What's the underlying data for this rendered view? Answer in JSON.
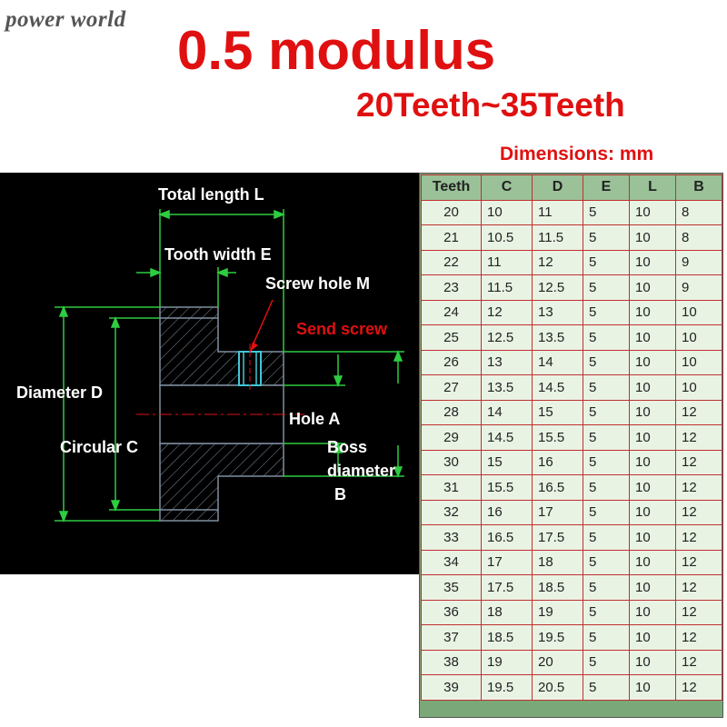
{
  "watermark": "power world",
  "title": "0.5 modulus",
  "subtitle": "20Teeth~35Teeth",
  "units_label": "Dimensions: mm",
  "diagram": {
    "labels": {
      "total_length": "Total length L",
      "tooth_width": "Tooth width E",
      "screw_hole": "Screw hole M",
      "send_screw": "Send screw",
      "diameter": "Diameter D",
      "hole": "Hole A",
      "circular": "Circular C",
      "boss_line1": "Boss",
      "boss_line2": "diameter",
      "boss_line3": "B"
    },
    "colors": {
      "outline": "#7f8fa0",
      "dimension": "#2ecc40",
      "cyan": "#40c8d8",
      "red": "#e01010"
    }
  },
  "table": {
    "headers": [
      "Teeth",
      "C",
      "D",
      "E",
      "L",
      "B"
    ],
    "rows": [
      [
        "20",
        "10",
        "11",
        "5",
        "10",
        "8"
      ],
      [
        "21",
        "10.5",
        "11.5",
        "5",
        "10",
        "8"
      ],
      [
        "22",
        "11",
        "12",
        "5",
        "10",
        "9"
      ],
      [
        "23",
        "11.5",
        "12.5",
        "5",
        "10",
        "9"
      ],
      [
        "24",
        "12",
        "13",
        "5",
        "10",
        "10"
      ],
      [
        "25",
        "12.5",
        "13.5",
        "5",
        "10",
        "10"
      ],
      [
        "26",
        "13",
        "14",
        "5",
        "10",
        "10"
      ],
      [
        "27",
        "13.5",
        "14.5",
        "5",
        "10",
        "10"
      ],
      [
        "28",
        "14",
        "15",
        "5",
        "10",
        "12"
      ],
      [
        "29",
        "14.5",
        "15.5",
        "5",
        "10",
        "12"
      ],
      [
        "30",
        "15",
        "16",
        "5",
        "10",
        "12"
      ],
      [
        "31",
        "15.5",
        "16.5",
        "5",
        "10",
        "12"
      ],
      [
        "32",
        "16",
        "17",
        "5",
        "10",
        "12"
      ],
      [
        "33",
        "16.5",
        "17.5",
        "5",
        "10",
        "12"
      ],
      [
        "34",
        "17",
        "18",
        "5",
        "10",
        "12"
      ],
      [
        "35",
        "17.5",
        "18.5",
        "5",
        "10",
        "12"
      ],
      [
        "36",
        "18",
        "19",
        "5",
        "10",
        "12"
      ],
      [
        "37",
        "18.5",
        "19.5",
        "5",
        "10",
        "12"
      ],
      [
        "38",
        "19",
        "20",
        "5",
        "10",
        "12"
      ],
      [
        "39",
        "19.5",
        "20.5",
        "5",
        "10",
        "12"
      ]
    ]
  }
}
